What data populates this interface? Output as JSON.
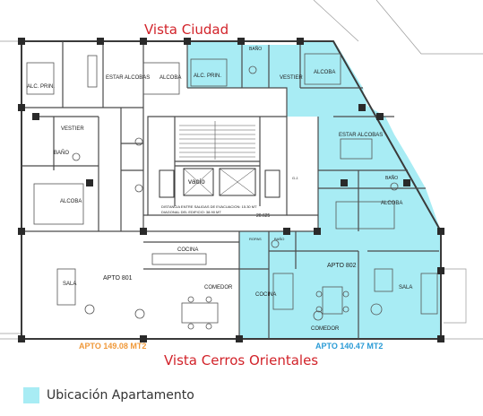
{
  "titles": {
    "top": "Vista Ciudad",
    "bottom": "Vista Cerros Orientales"
  },
  "areas": {
    "apto801": "APTO  149.08 MT2",
    "apto802": "APTO  140.47 MT2"
  },
  "legend": {
    "label": "Ubicación Apartamento",
    "color": "#a8ecf4"
  },
  "colors": {
    "accent_red": "#d2232a",
    "area801": "#f0993a",
    "area802": "#2a9bd6",
    "walls": "#3a3a3a",
    "highlight": "#a8ecf4"
  },
  "rooms": {
    "alc_prin_left": "ALC. PRIN.",
    "estar_alcobas_top": "ESTAR\nALCOBAS",
    "alcoba_top_left": "ALCOBA",
    "vestier_left": "VESTIER",
    "bano_left": "BAÑO",
    "alcoba_mid_left": "ALCOBA",
    "apto801": "APTO 801",
    "cocina_801": "COCINA",
    "sala_801": "SALA",
    "comedor_801": "COMEDOR",
    "vacio": "vacio",
    "dist1": "DISTANCIA ENTRE SALIDAS DE EVACUACION: 15.30 MT",
    "dist2": "DIAGONAL DEL EDIFICIO: 38.90 MT",
    "dim": "20.625",
    "alc_prin_right": "ALC. PRIN.",
    "bano_top_right": "BAÑO",
    "vestier_right": "VESTIER",
    "alcoba_top_right": "ALCOBA",
    "estar_alcobas_right": "ESTAR ALCOBAS",
    "bano_right": "BAÑO",
    "alcoba_right": "ALCOBA",
    "apto802": "APTO 802",
    "cocina_802": "COCINA",
    "sala_802": "SALA",
    "comedor_802": "COMEDOR",
    "ropas": "ROPAS",
    "bano_small": "BAÑO",
    "gj": "G.J."
  }
}
